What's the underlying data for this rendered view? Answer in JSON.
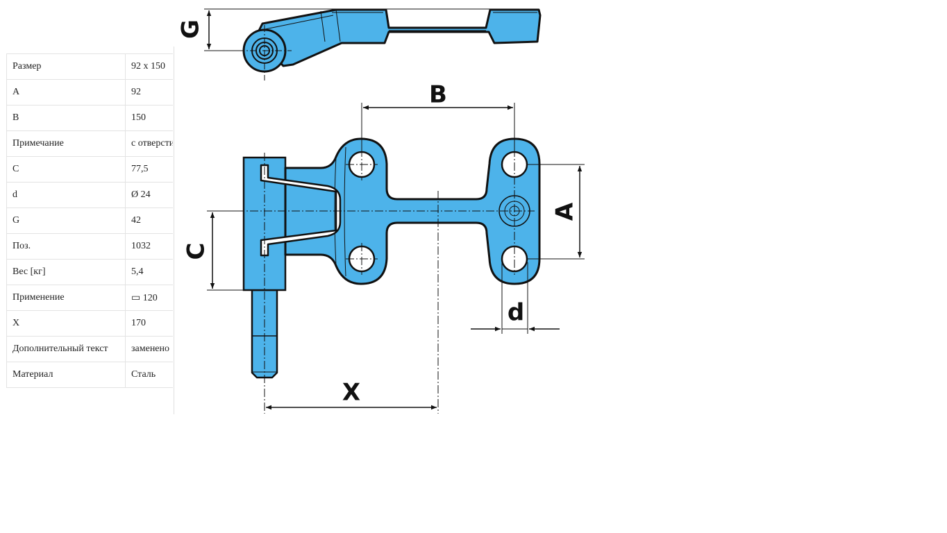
{
  "spec_table": [
    {
      "label": "Размер",
      "value": "92 x 150"
    },
    {
      "label": "A",
      "value": "92"
    },
    {
      "label": "B",
      "value": "150"
    },
    {
      "label": "Примечание",
      "value": "с отверстием"
    },
    {
      "label": "C",
      "value": "77,5"
    },
    {
      "label": "d",
      "value": "Ø 24"
    },
    {
      "label": "G",
      "value": "42"
    },
    {
      "label": "Поз.",
      "value": "1032"
    },
    {
      "label": "Вес [кг]",
      "value": "5,4"
    },
    {
      "label": "Применение",
      "value": "▭ 120"
    },
    {
      "label": "X",
      "value": "170"
    },
    {
      "label": "Дополнительный текст",
      "value": "заменено"
    },
    {
      "label": "Материал",
      "value": "Сталь"
    }
  ],
  "drawing": {
    "part_color": "#4db3ea",
    "outline_color": "#111111",
    "dimension_labels": {
      "g": "G",
      "b": "B",
      "a": "A",
      "c": "C",
      "d": "d",
      "x": "X"
    }
  }
}
